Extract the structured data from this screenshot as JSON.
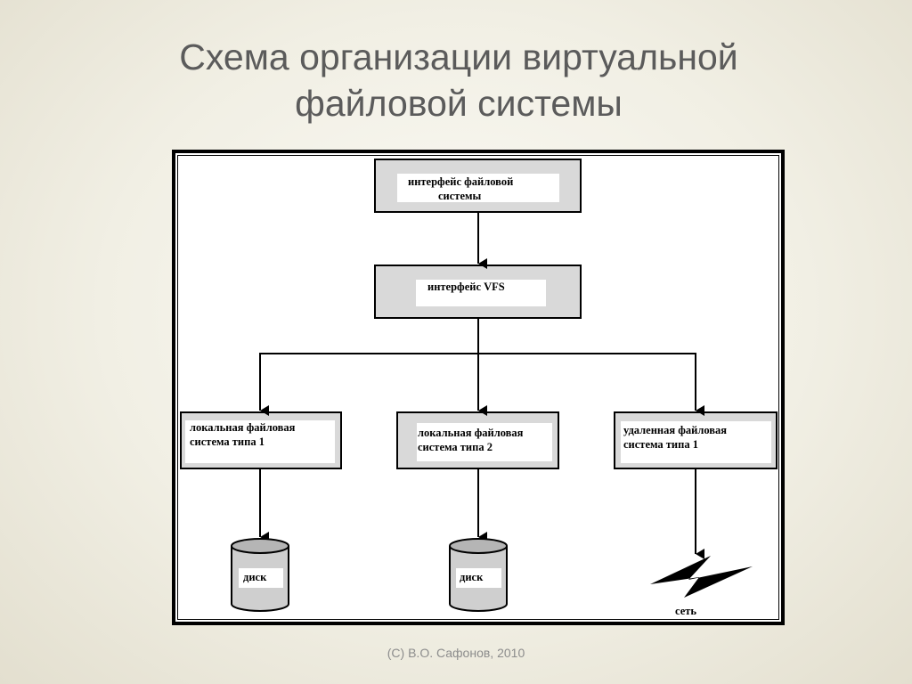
{
  "slide": {
    "title_line1": "Схема организации виртуальной",
    "title_line2": "файловой системы",
    "footer": "(С) В.О. Сафонов, 2010"
  },
  "diagram": {
    "fs_interface": [
      "интерфейс файловой",
      "системы"
    ],
    "vfs_interface": [
      "интерфейс VFS"
    ],
    "local_fs_1": [
      "локальная файловая",
      "система типа 1"
    ],
    "local_fs_2": [
      "локальная файловая",
      "система типа 2"
    ],
    "remote_fs_1": [
      "удаленная файловая",
      "система типа 1"
    ],
    "disk_1_label": "диск",
    "disk_2_label": "диск",
    "network_label": "сеть"
  },
  "colors": {
    "box_fill": "#d9d9d9",
    "title_text": "#5b5b5b",
    "footer_text": "#8c8c8c"
  }
}
